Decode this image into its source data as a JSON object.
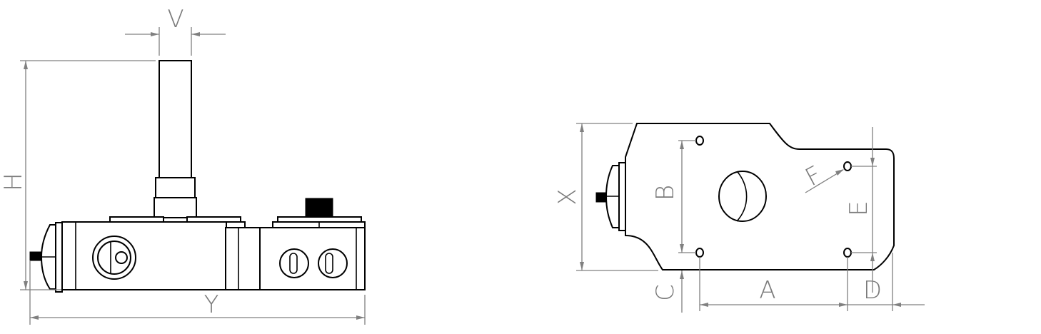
{
  "drawing": {
    "views": [
      {
        "id": "side-view",
        "description": "Side elevation of switch with vertical actuator shaft"
      },
      {
        "id": "top-view",
        "description": "Plan view of mounting base with four mounting holes"
      }
    ],
    "side_view": {
      "labels": {
        "V": "V",
        "H": "H",
        "Y": "Y"
      }
    },
    "top_view": {
      "labels": {
        "X": "X",
        "B": "B",
        "C": "C",
        "A": "A",
        "D": "D",
        "E": "E",
        "F": "F"
      }
    },
    "colors": {
      "outline": "#000000",
      "dimension": "#808080",
      "background": "#ffffff"
    }
  }
}
